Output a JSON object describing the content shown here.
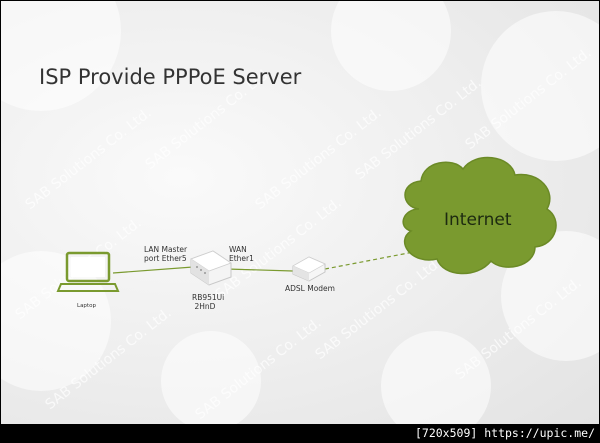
{
  "title": "ISP Provide PPPoE Server",
  "watermark_text": "SAB Solutions Co. Ltd.",
  "nodes": {
    "laptop": {
      "label": "Laptop"
    },
    "router": {
      "label_line1": "RB951Ui",
      "label_line2": "2HnD"
    },
    "modem": {
      "label": "ADSL Modem"
    },
    "cloud": {
      "label": "Internet"
    }
  },
  "links": {
    "lan_line1": "LAN Master",
    "lan_line2": "port Ether5",
    "wan_line1": "WAN",
    "wan_line2": "Ether1"
  },
  "footer": "[720x509] https://upic.me/",
  "colors": {
    "cloud": "#7a9a2f",
    "laptop_screen": "#7a9a2f",
    "line": "#7a9a2f"
  }
}
